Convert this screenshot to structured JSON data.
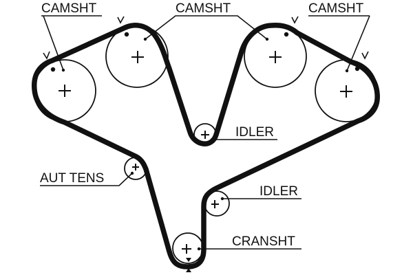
{
  "diagram": {
    "title": "Timing belt routing diagram",
    "colors": {
      "ink": "#111111",
      "background": "#ffffff"
    },
    "labels": {
      "camshaft_left": "CAMSHT",
      "camshaft_center": "CAMSHT",
      "camshaft_right": "CAMSHT",
      "idler_upper": "IDLER",
      "auto_tensioner": "AUT TENS",
      "idler_lower": "IDLER",
      "crankshaft": "CRANSHT"
    },
    "components": [
      {
        "id": "cam-1",
        "type": "camshaft-pulley",
        "label_ref": "camshaft_left",
        "timing_mark": "v"
      },
      {
        "id": "cam-2",
        "type": "camshaft-pulley",
        "label_ref": "camshaft_center",
        "timing_mark": "v"
      },
      {
        "id": "cam-3",
        "type": "camshaft-pulley",
        "label_ref": "camshaft_center",
        "timing_mark": "v"
      },
      {
        "id": "cam-4",
        "type": "camshaft-pulley",
        "label_ref": "camshaft_right",
        "timing_mark": "v"
      },
      {
        "id": "idler-upper",
        "type": "idler-pulley",
        "label_ref": "idler_upper"
      },
      {
        "id": "auto-tensioner",
        "type": "tensioner-pulley",
        "label_ref": "auto_tensioner"
      },
      {
        "id": "idler-lower",
        "type": "idler-pulley",
        "label_ref": "idler_lower"
      },
      {
        "id": "crankshaft",
        "type": "crankshaft-pulley",
        "label_ref": "crankshaft",
        "timing_mark": "triangle"
      }
    ]
  }
}
